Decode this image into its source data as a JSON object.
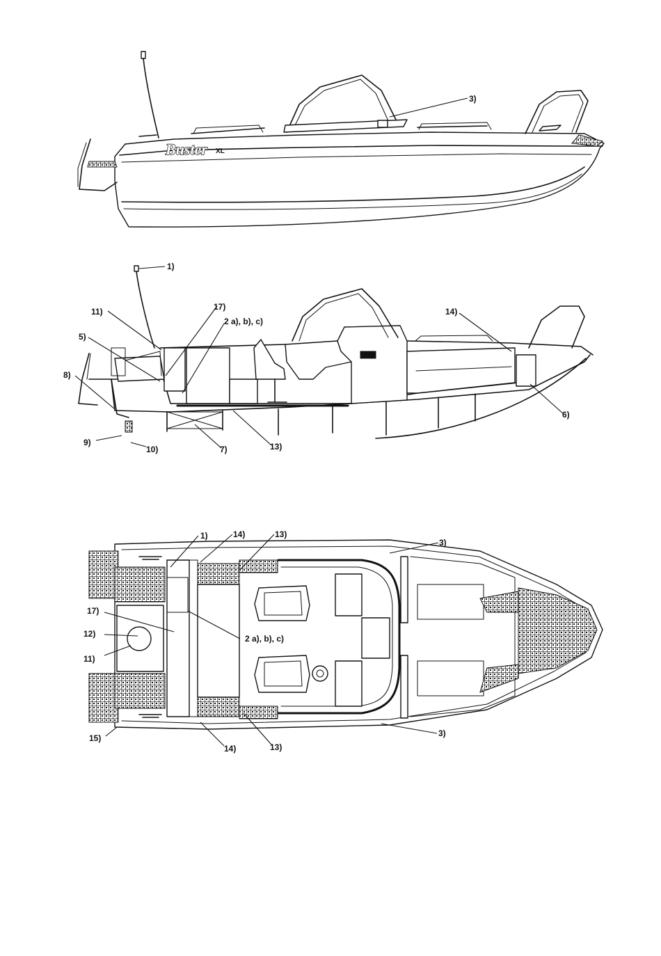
{
  "brand": {
    "logo": "Buster",
    "model_mark": "XL"
  },
  "side_view": {
    "callouts": {
      "windshield": "3)"
    }
  },
  "section_view": {
    "callouts": {
      "c1": "1)",
      "c17": "17)",
      "c2": "2 a), b), c)",
      "c11": "11)",
      "c5": "5)",
      "c8": "8)",
      "c9": "9)",
      "c10": "10)",
      "c7": "7)",
      "c13": "13)",
      "c14": "14)",
      "c6": "6)"
    }
  },
  "top_view": {
    "callouts": {
      "c1": "1)",
      "c14_top": "14)",
      "c13_top": "13)",
      "c3_top": "3)",
      "c17": "17)",
      "c12": "12)",
      "c11": "11)",
      "c2": "2 a), b), c)",
      "c15": "15)",
      "c14_bottom": "14)",
      "c13_bottom": "13)",
      "c3_bottom": "3)"
    }
  }
}
